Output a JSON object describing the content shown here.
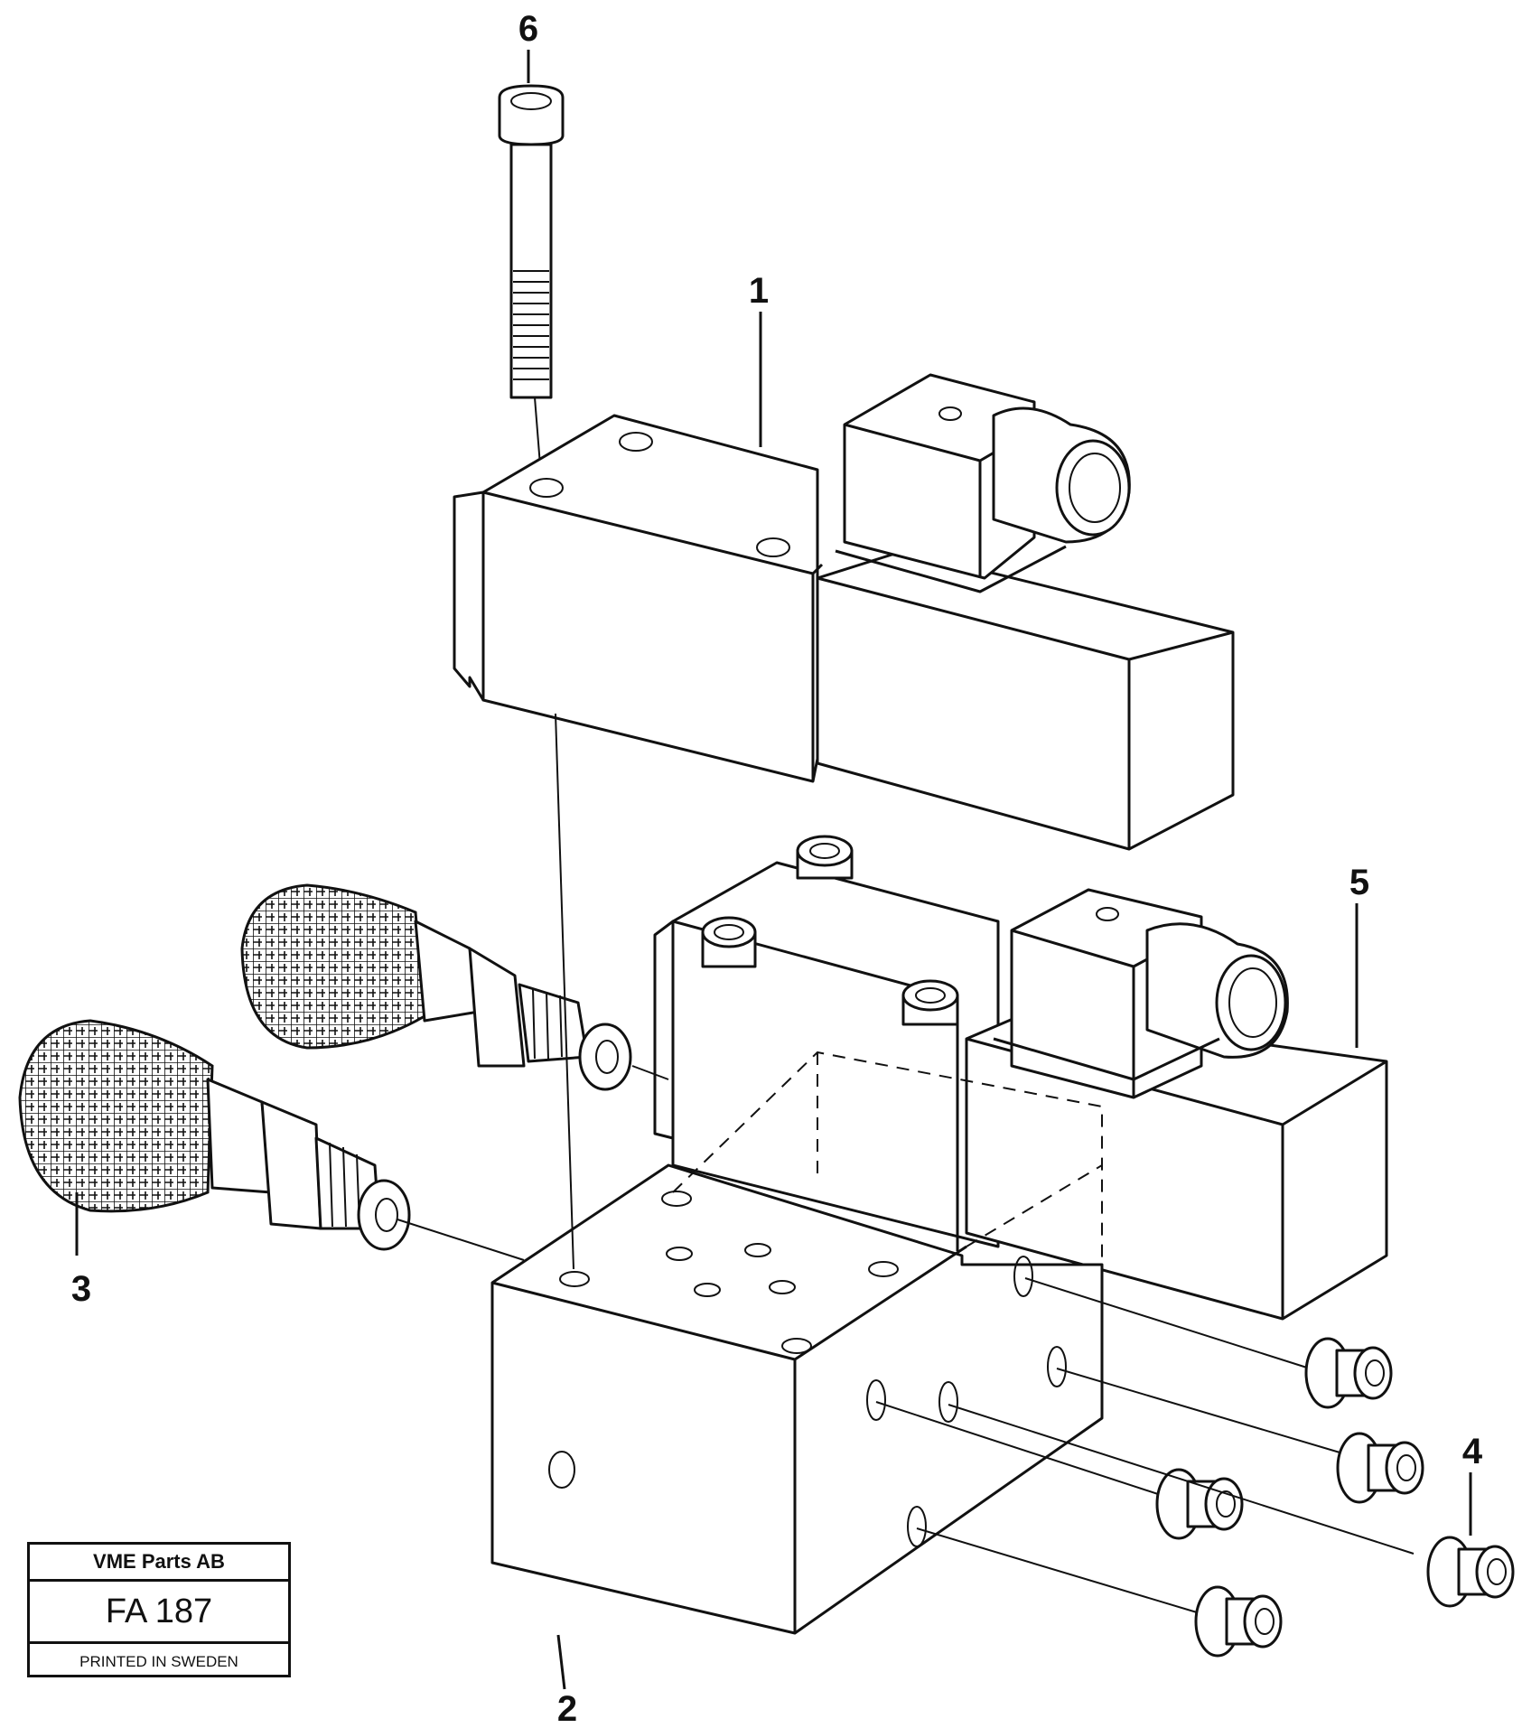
{
  "callouts": [
    "1",
    "2",
    "3",
    "4",
    "5",
    "6"
  ],
  "title_block": {
    "company": "VME Parts AB",
    "code": "FA 187",
    "footer": "PRINTED IN SWEDEN"
  }
}
